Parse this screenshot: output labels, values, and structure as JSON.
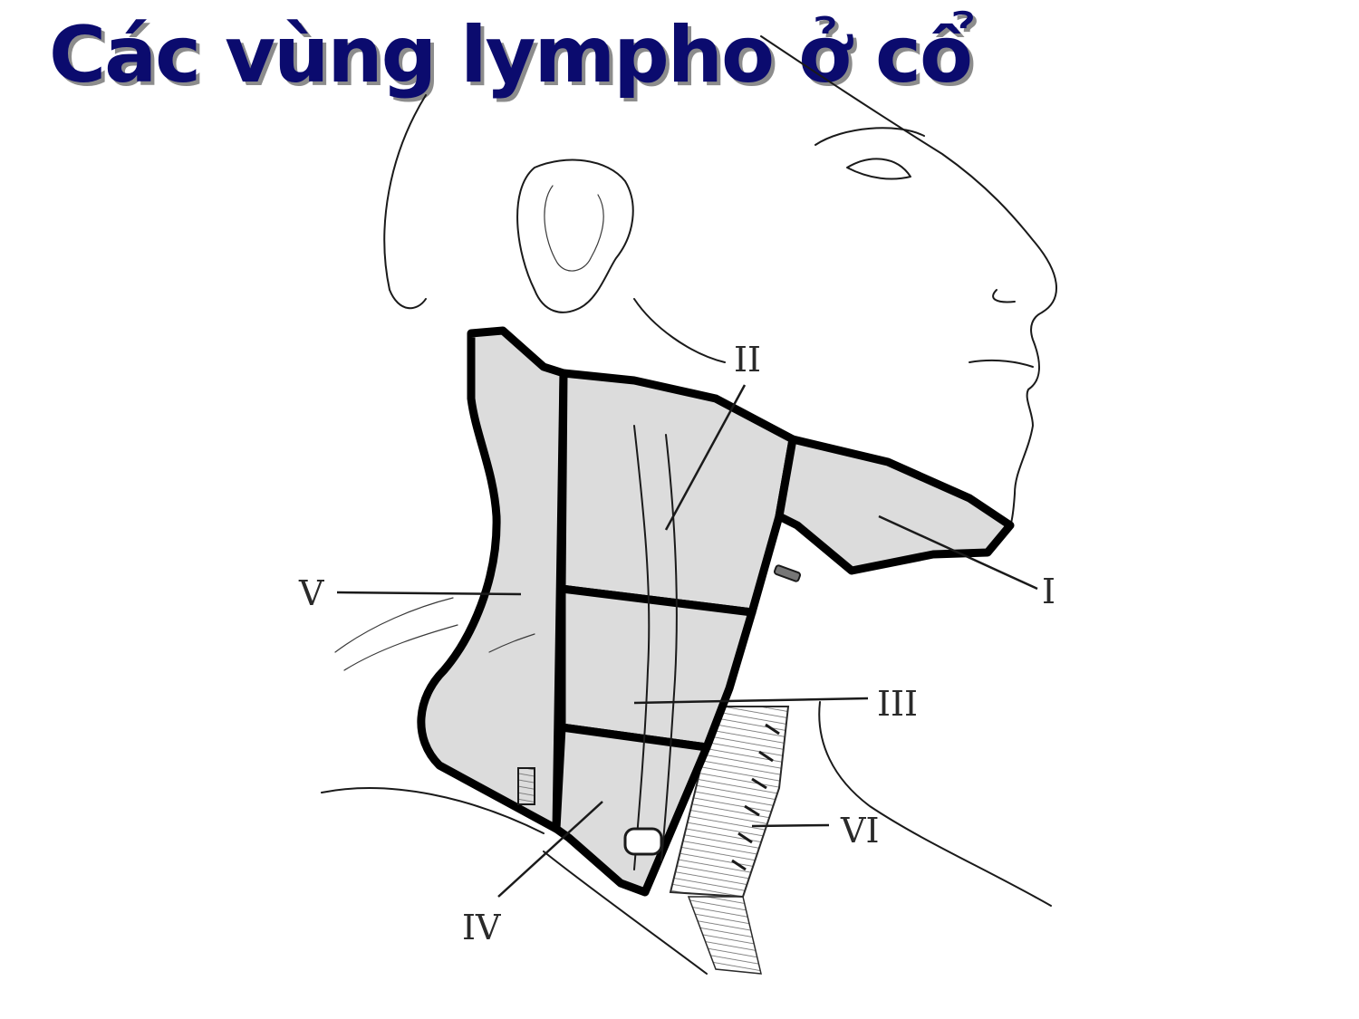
{
  "slide": {
    "title": "Các vùng lympho ở cổ"
  },
  "diagram": {
    "levels": [
      {
        "id": "I",
        "label": "I"
      },
      {
        "id": "II",
        "label": "II"
      },
      {
        "id": "III",
        "label": "III"
      },
      {
        "id": "IV",
        "label": "IV"
      },
      {
        "id": "V",
        "label": "V"
      },
      {
        "id": "VI",
        "label": "VI"
      }
    ]
  },
  "colors": {
    "title": "#0b0b6e",
    "title_shadow": "#8c8c8c",
    "region_fill": "#dcdcdc",
    "region_border": "#000000"
  }
}
